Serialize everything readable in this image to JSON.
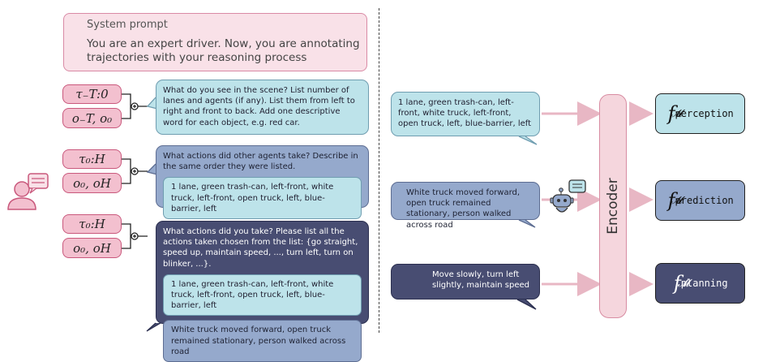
{
  "system_prompt": {
    "title": "System prompt",
    "text": "You are an expert driver. Now, you are annotating trajectories with your reasoning process"
  },
  "inputs": {
    "tau_past": "τ₋T:0",
    "o_past": "o₋T, o₀",
    "tau_future": "τ₀:H",
    "o_future": "o₀, oH"
  },
  "questions": {
    "perception": "What do you see in the scene? List number of lanes and agents (if any). List them from left to right and front to back. Add one descriptive word for each object, e.g. red car.",
    "prediction": "What actions did other agents take? Describe in the same order they were listed.",
    "planning": "What actions did you take? Please list all the actions taken chosen from the list: {go straight, speed up, maintain speed, ..., turn left, turn on blinker, ...}."
  },
  "answers": {
    "perception_left": "1 lane, green trash-can, left-front, white truck, left-front, open truck, left, blue-barrier, left",
    "perception_right": "1 lane, green trash-can, left-front, white truck, left-front, open truck, left, blue-barrier, left",
    "prediction": "White truck moved forward, open truck remained stationary, person walked across road",
    "planning": "Move slowly, turn left slightly, maintain speed"
  },
  "encoder_label": "Encoder",
  "heads": {
    "f_symbol": "f",
    "subscript": "𝓜",
    "perception": "perception",
    "prediction": "prediction",
    "planning": "planning"
  },
  "icons": [
    "person-speaking-icon",
    "robot-icon"
  ],
  "colors": {
    "pink": "#f3c0cf",
    "light": "#bde3ea",
    "mid": "#95a9cc",
    "dark": "#484d72",
    "arrow": "#e8b7c4"
  }
}
